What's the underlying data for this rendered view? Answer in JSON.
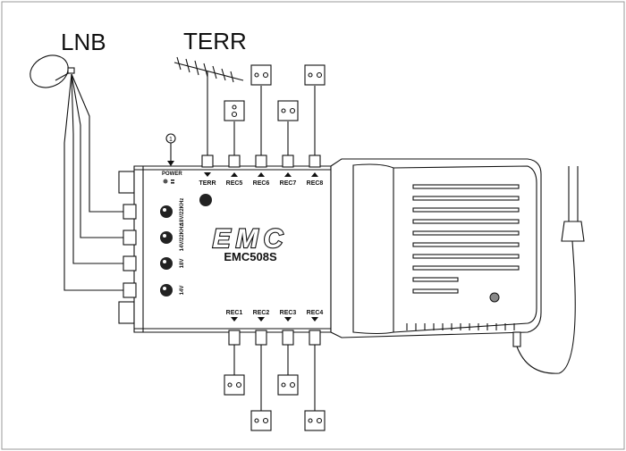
{
  "labels": {
    "lnb": "LNB",
    "terr": "TERR"
  },
  "device": {
    "brand": "EMC",
    "model": "EMC508S",
    "power_label": "POWER",
    "callout_number": "1"
  },
  "top_ports": [
    {
      "label": "TERR",
      "type": "input"
    },
    {
      "label": "REC5",
      "type": "output"
    },
    {
      "label": "REC6",
      "type": "output"
    },
    {
      "label": "REC7",
      "type": "output"
    },
    {
      "label": "REC8",
      "type": "output"
    }
  ],
  "bottom_ports": [
    {
      "label": "REC1"
    },
    {
      "label": "REC2"
    },
    {
      "label": "REC3"
    },
    {
      "label": "REC4"
    }
  ],
  "lnb_inputs": [
    {
      "label": "18V/22KHz"
    },
    {
      "label": "14V/22KHz"
    },
    {
      "label": "18V"
    },
    {
      "label": "14V"
    }
  ],
  "colors": {
    "line": "#111111",
    "background": "#ffffff",
    "led": "#555555"
  }
}
